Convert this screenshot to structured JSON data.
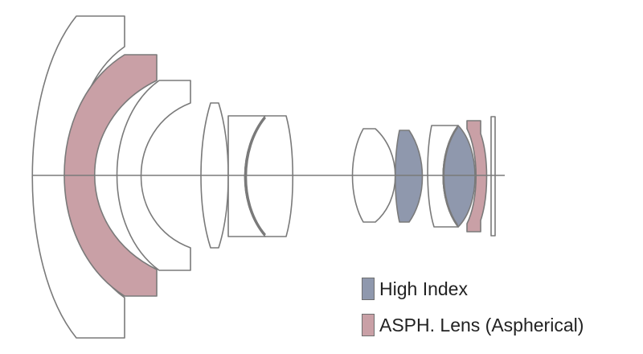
{
  "colors": {
    "high_index": "#8f98ad",
    "aspherical": "#c9a0a6",
    "outline": "#7a7a7a",
    "background": "#ffffff"
  },
  "elements": [
    {
      "group": 1,
      "kind": "standard"
    },
    {
      "group": 1,
      "kind": "aspherical"
    },
    {
      "group": 1,
      "kind": "standard"
    },
    {
      "group": 2,
      "kind": "standard"
    },
    {
      "group": 2,
      "kind": "standard"
    },
    {
      "group": 2,
      "kind": "standard"
    },
    {
      "group": 3,
      "kind": "standard"
    },
    {
      "group": 3,
      "kind": "high_index"
    },
    {
      "group": 3,
      "kind": "standard"
    },
    {
      "group": 3,
      "kind": "high_index"
    },
    {
      "group": 3,
      "kind": "aspherical"
    },
    {
      "group": 4,
      "kind": "filter"
    }
  ],
  "legend": [
    {
      "key": "high_index",
      "label": "High Index"
    },
    {
      "key": "aspherical",
      "label": "ASPH. Lens (Aspherical)"
    }
  ]
}
